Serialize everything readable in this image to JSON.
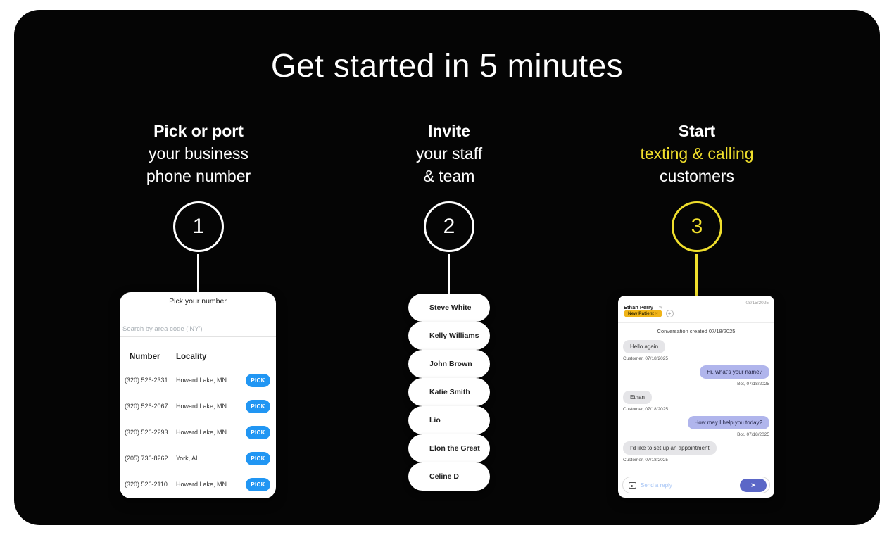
{
  "title": "Get started in 5 minutes",
  "colors": {
    "accent_yellow": "#F0DF2C",
    "tag_gold": "#F0B418",
    "pick_blue": "#2196F3",
    "bot_bubble": "#B0B5EC",
    "customer_bubble": "#E5E5E8",
    "send_button": "#5B67C7",
    "reply_placeholder_blue": "#A5C4F5"
  },
  "icons": {
    "edit": "✎",
    "add": "+",
    "send": "➤",
    "close": "×"
  },
  "steps": [
    {
      "number": "1",
      "bold": "Pick or port",
      "line2": "your business",
      "line3": "phone number"
    },
    {
      "number": "2",
      "bold": "Invite",
      "line2": "your staff",
      "line3": "& team"
    },
    {
      "number": "3",
      "bold": "Start",
      "line2": "texting & calling",
      "line3": "customers"
    }
  ],
  "number_picker": {
    "title": "Pick your number",
    "search_placeholder": "Search by area code ('NY')",
    "columns": {
      "number": "Number",
      "locality": "Locality"
    },
    "pick_label": "PICK",
    "rows": [
      {
        "number": "(320) 526-2331",
        "locality": "Howard Lake, MN"
      },
      {
        "number": "(320) 526-2067",
        "locality": "Howard Lake, MN"
      },
      {
        "number": "(320) 526-2293",
        "locality": "Howard Lake, MN"
      },
      {
        "number": "(205) 736-8262",
        "locality": "York, AL"
      },
      {
        "number": "(320) 526-2110",
        "locality": "Howard Lake, MN"
      }
    ]
  },
  "team": {
    "names": [
      "Steve White",
      "Kelly Williams",
      "John Brown",
      "Katie Smith",
      "Lio",
      "Elon the Great",
      "Celine D"
    ]
  },
  "chat": {
    "contact_name": "Ethan Perry",
    "header_date": "08/15/2025",
    "tag_label": "New Patient",
    "conversation_note": "Conversation created 07/18/2025",
    "messages": [
      {
        "side": "left",
        "text": "Hello again",
        "meta": "Customer, 07/18/2025"
      },
      {
        "side": "right",
        "text": "Hi, what's your name?",
        "meta": "Bot, 07/18/2025"
      },
      {
        "side": "left",
        "text": "Ethan",
        "meta": "Customer, 07/18/2025"
      },
      {
        "side": "right",
        "text": "How may I help you today?",
        "meta": "Bot, 07/18/2025"
      },
      {
        "side": "left",
        "text": "I'd like to set up an appointment",
        "meta": "Customer, 07/18/2025"
      }
    ],
    "reply_placeholder": "Send a reply"
  }
}
